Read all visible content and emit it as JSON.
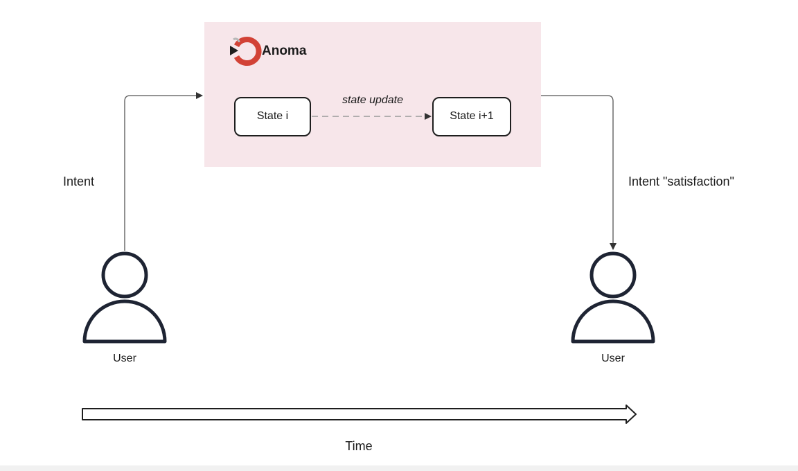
{
  "system": {
    "name": "Anoma",
    "background_color": "#f7e6ea",
    "logo_color": "#d24236",
    "states": {
      "from": "State i",
      "to": "State i+1",
      "transition_label": "state update"
    }
  },
  "flows": {
    "incoming_label": "Intent",
    "outgoing_label": "Intent \"satisfaction\""
  },
  "actors": [
    {
      "label": "User",
      "icon": "user-icon"
    },
    {
      "label": "User",
      "icon": "user-icon"
    }
  ],
  "timeline": {
    "label": "Time",
    "icon": "arrow-right-icon"
  }
}
